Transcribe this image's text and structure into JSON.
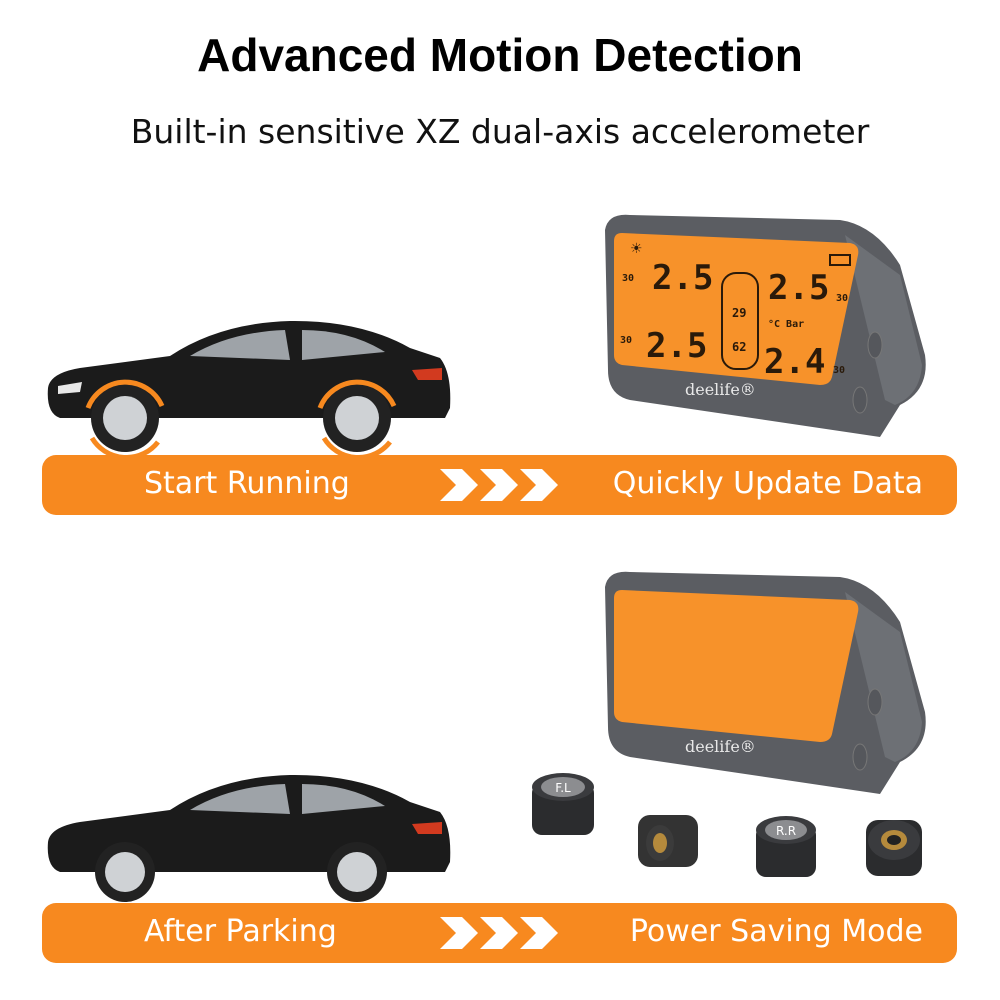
{
  "header": {
    "title": "Advanced Motion Detection",
    "subtitle": "Built-in sensitive XZ dual-axis accelerometer"
  },
  "colors": {
    "banner": "#f7891f",
    "lcd": "#f7922a",
    "device": "#5b5d62"
  },
  "row1": {
    "left_label": "Start Running",
    "right_label": "Quickly Update Data",
    "arrows_icon": "triple-chevron-right-icon"
  },
  "row2": {
    "left_label": "After Parking",
    "right_label": "Power Saving Mode",
    "arrows_icon": "triple-chevron-right-icon"
  },
  "display": {
    "brand": "deelife®",
    "fl_pressure": "2.5",
    "fr_pressure": "2.5",
    "rl_pressure": "2.5",
    "rr_pressure": "2.4",
    "fl_temp": "30",
    "fr_temp": "30",
    "rl_temp": "30",
    "rr_temp": "30",
    "center_top": "29",
    "center_bottom": "62",
    "units": "°C Bar"
  },
  "sensors": [
    {
      "label": "F.L"
    },
    {
      "label": ""
    },
    {
      "label": "R.R"
    },
    {
      "label": ""
    }
  ]
}
